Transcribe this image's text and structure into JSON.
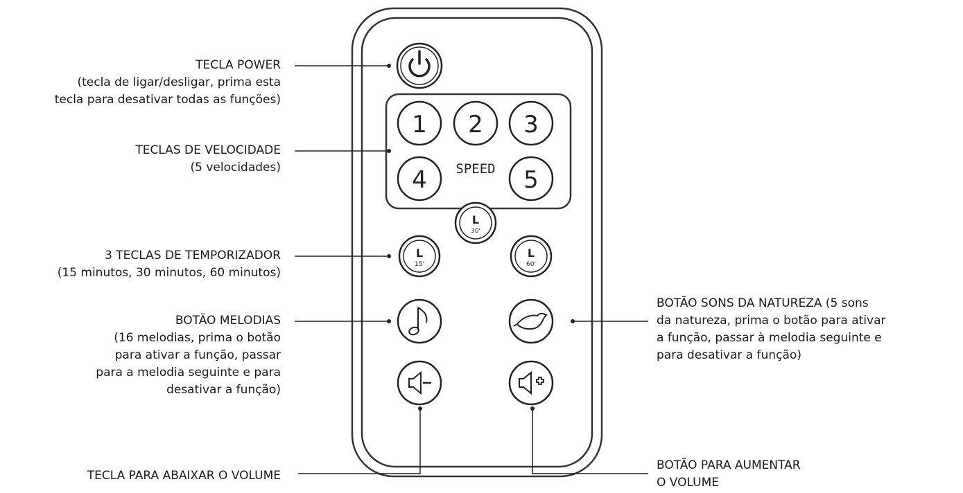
{
  "keypad": {
    "numbers": [
      "1",
      "2",
      "3",
      "4",
      "5"
    ],
    "speed_text": "SPEED",
    "timer_letter": "L",
    "timer_values": [
      "15'",
      "30'",
      "60'"
    ]
  },
  "labels": {
    "power": {
      "title": "TECLA POWER",
      "lines": [
        "(tecla de ligar/desligar, prima esta",
        "tecla para desativar todas as funções)"
      ]
    },
    "speed": {
      "title": "TECLAS DE VELOCIDADE",
      "lines": [
        "(5 velocidades)"
      ]
    },
    "timer": {
      "title": "3 TECLAS DE TEMPORIZADOR",
      "lines": [
        "(15 minutos, 30 minutos, 60 minutos)"
      ]
    },
    "melody": {
      "title": "BOTÃO MELODIAS",
      "lines": [
        "(16 melodias, prima o botão",
        "para ativar a função, passar",
        "para a melodia seguinte e para",
        "desativar a função)"
      ]
    },
    "volume_down": {
      "title": "TECLA PARA ABAIXAR O VOLUME"
    },
    "nature": {
      "lines": [
        "BOTÃO SONS DA NATUREZA (5 sons",
        "da natureza, prima o botão para ativar",
        "a função, passar à melodia seguinte e",
        "para desativar a função)"
      ]
    },
    "volume_up": {
      "lines": [
        "BOTÃO PARA AUMENTAR",
        "O VOLUME"
      ]
    }
  }
}
